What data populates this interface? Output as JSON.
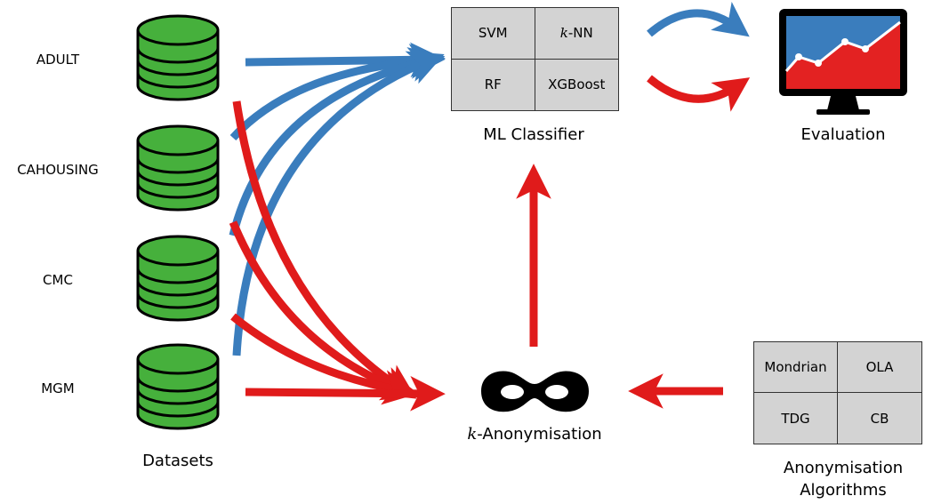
{
  "datasets": {
    "items": [
      "ADULT",
      "CAHOUSING",
      "CMC",
      "MGM"
    ],
    "caption": "Datasets"
  },
  "classifier": {
    "cells": [
      {
        "k": "",
        "text": "SVM"
      },
      {
        "k": "k",
        "text": "-NN"
      },
      {
        "k": "",
        "text": "RF"
      },
      {
        "k": "",
        "text": "XGBoost"
      }
    ],
    "caption": "ML Classifier"
  },
  "evaluation": {
    "caption": "Evaluation"
  },
  "anonymisation": {
    "k": "k",
    "caption": "-Anonymisation"
  },
  "algorithms": {
    "cells": [
      "Mondrian",
      "OLA",
      "TDG",
      "CB"
    ],
    "caption_line1": "Anonymisation",
    "caption_line2": "Algorithms"
  },
  "colors": {
    "database": "#46b03c",
    "blue_arrow": "#3a7dbd",
    "red_arrow": "#e01b1b",
    "screen_red": "#e32222",
    "screen_blue": "#3a7dbd",
    "cell_fill": "#d3d3d3"
  },
  "icons": [
    "database-icon",
    "monitor-chart-icon",
    "mask-icon"
  ]
}
